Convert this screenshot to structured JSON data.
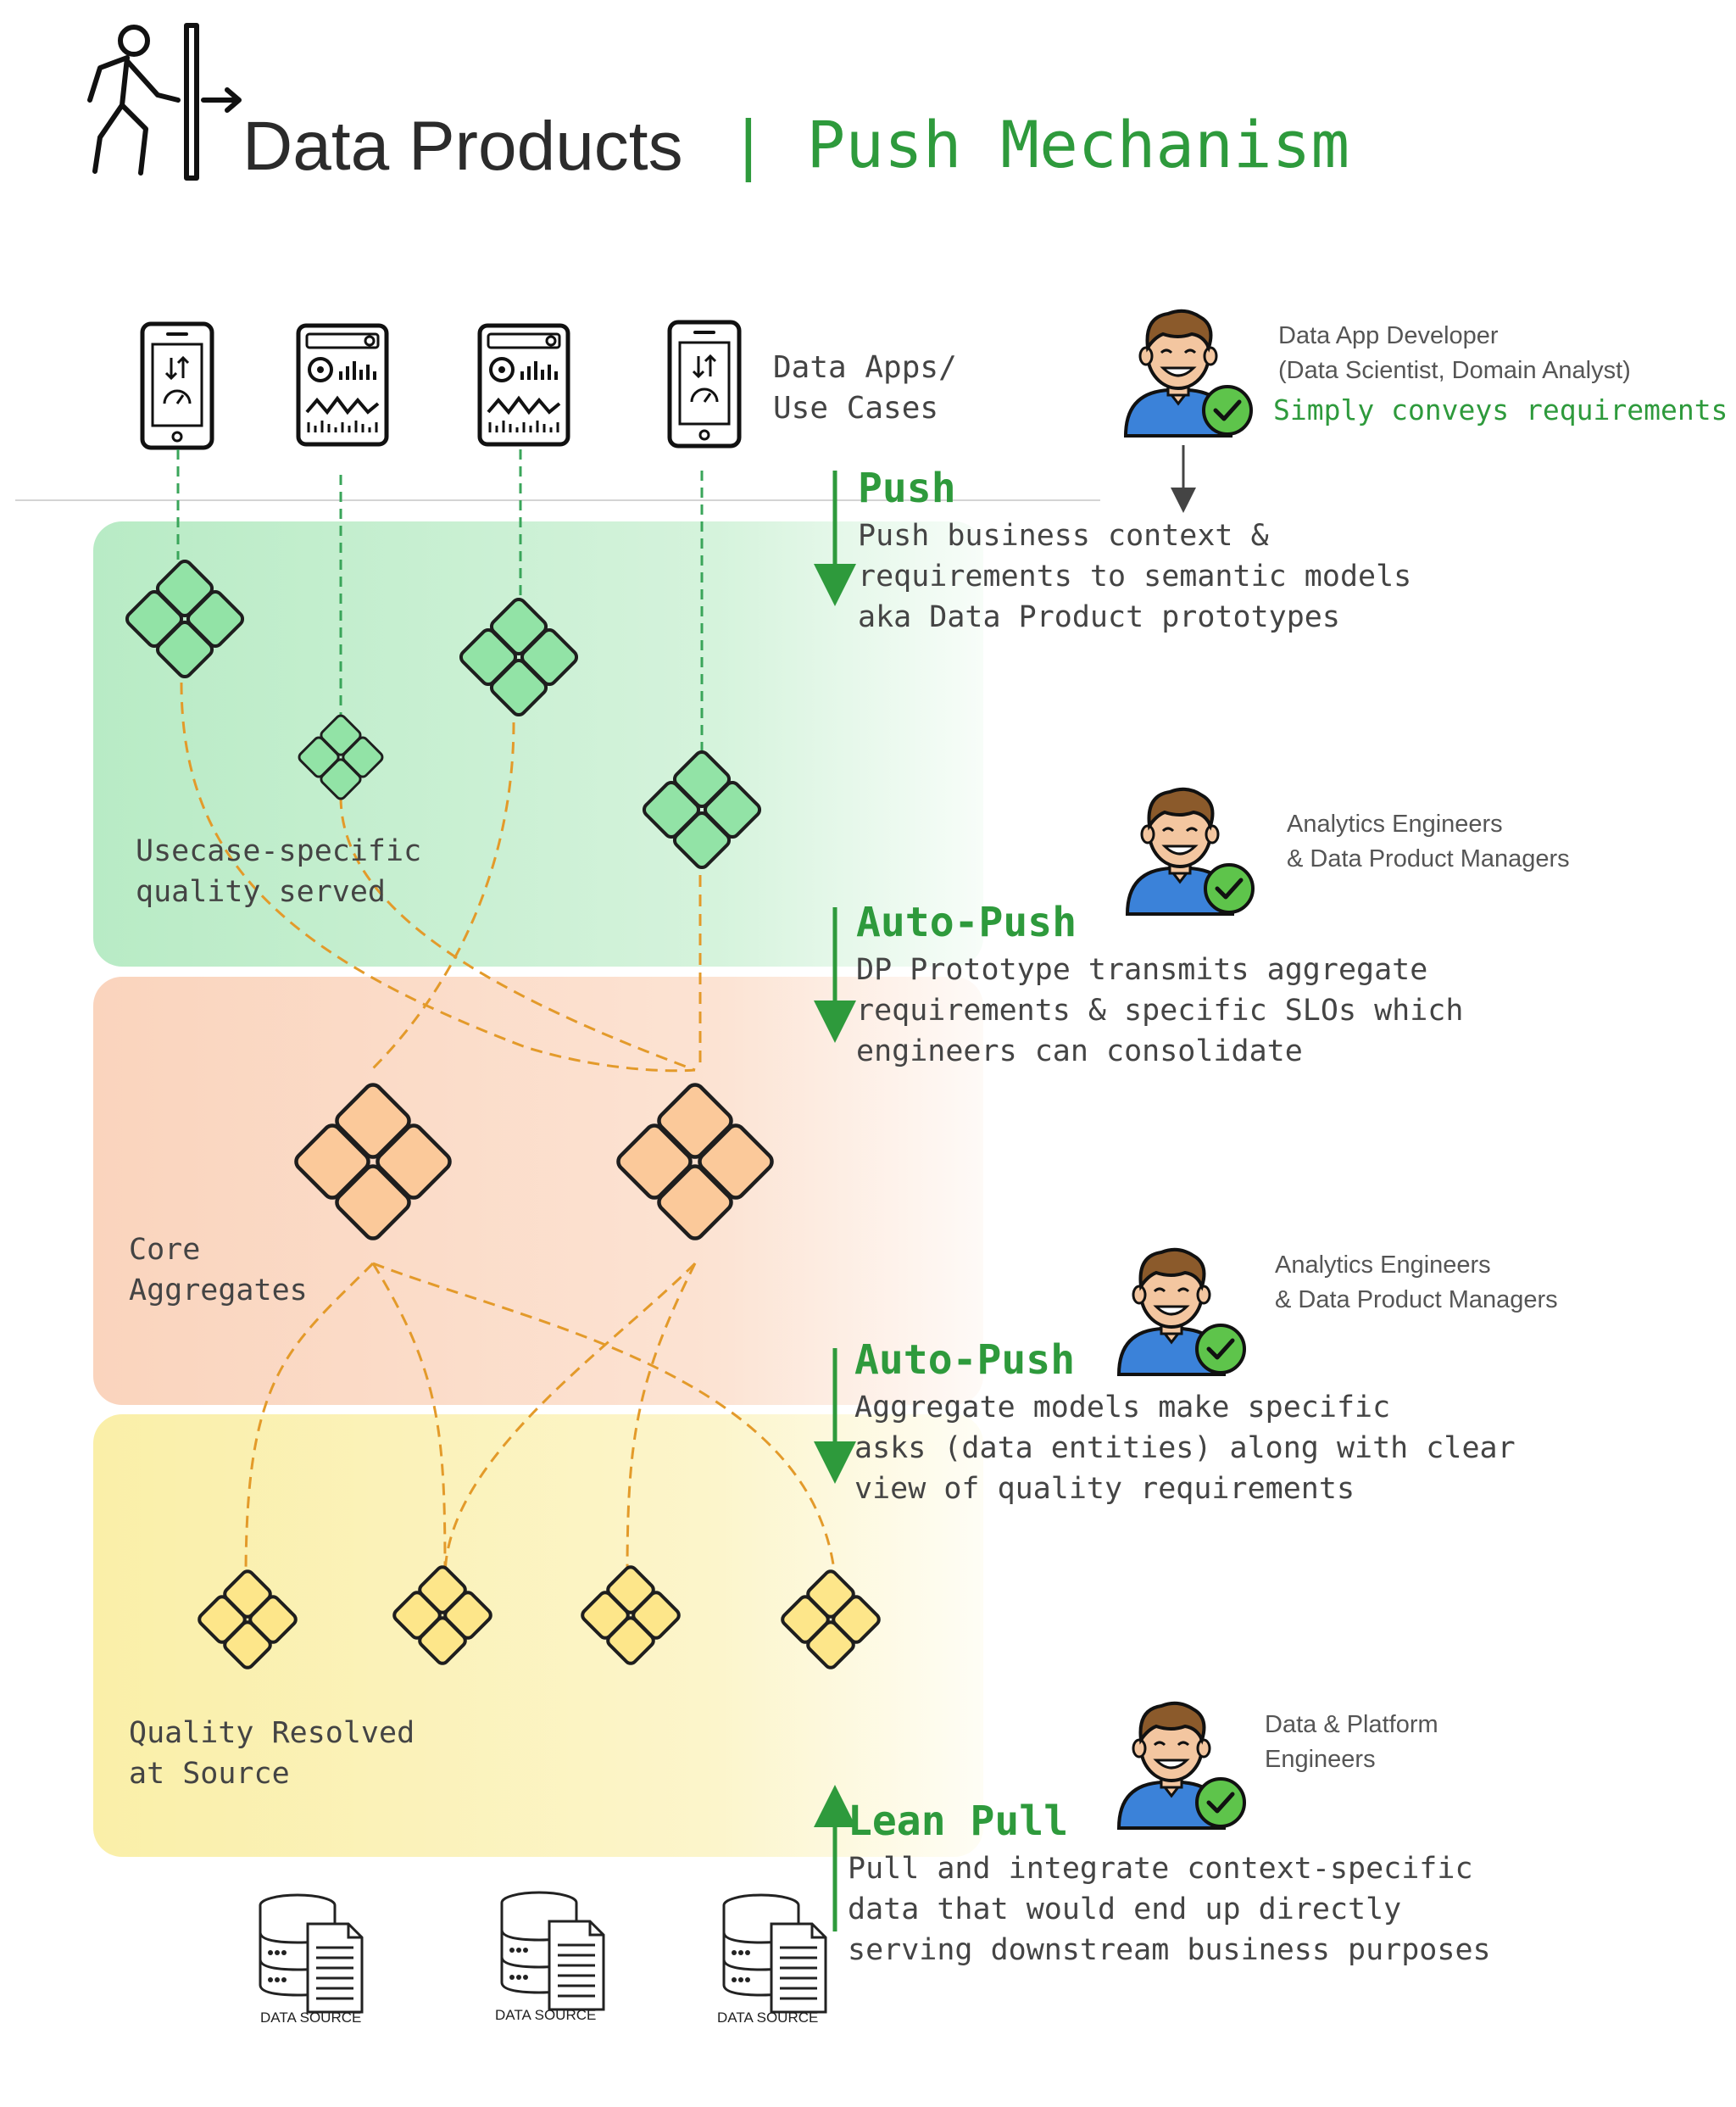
{
  "title": {
    "main": "Data Products",
    "separator": "|",
    "accent": "Push Mechanism"
  },
  "icons": {
    "header": "person-exiting-door-icon",
    "app_phone": "mobile-app-icon",
    "app_dashboard": "dashboard-icon",
    "persona": "developer-avatar-check-icon",
    "data_source": "database-document-icon"
  },
  "apps": {
    "label_line1": "Data Apps/",
    "label_line2": "Use Cases"
  },
  "layers": {
    "usecase": {
      "line1": "Usecase-specific",
      "line2": "quality served",
      "color": "#bfeccb"
    },
    "core": {
      "line1": "Core",
      "line2": "Aggregates",
      "color": "#fbd9c4"
    },
    "source": {
      "line1": "Quality Resolved",
      "line2": "at Source",
      "color": "#fbf2b4"
    }
  },
  "steps": [
    {
      "heading": "Push",
      "lines": [
        "Push business context &",
        "requirements to semantic models",
        "aka Data Product prototypes"
      ],
      "direction": "down"
    },
    {
      "heading": "Auto-Push",
      "lines": [
        "DP Prototype transmits aggregate",
        "requirements & specific SLOs which",
        "engineers can consolidate"
      ],
      "direction": "down"
    },
    {
      "heading": "Auto-Push",
      "lines": [
        "Aggregate models make specific",
        "asks (data entities) along with clear",
        "view of quality requirements"
      ],
      "direction": "down"
    },
    {
      "heading": "Lean Pull",
      "lines": [
        "Pull and integrate context-specific",
        "data that would end up directly",
        "serving downstream business purposes"
      ],
      "direction": "up"
    }
  ],
  "personas": [
    {
      "line1": "Data App Developer",
      "line2": "(Data Scientist, Domain Analyst)",
      "note": "Simply conveys requirements"
    },
    {
      "line1": "Analytics Engineers",
      "line2": "& Data Product Managers"
    },
    {
      "line1": "Analytics Engineers",
      "line2": "& Data Product Managers"
    },
    {
      "line1": "Data & Platform",
      "line2": "Engineers"
    }
  ],
  "data_sources": [
    "DATA SOURCE",
    "DATA SOURCE",
    "DATA SOURCE"
  ],
  "colors": {
    "accent_green": "#2e9a3c",
    "connector_green": "#3aa55a",
    "connector_orange": "#e39a2a",
    "shirt_blue": "#3b82d9",
    "check_green": "#5ec44b"
  }
}
